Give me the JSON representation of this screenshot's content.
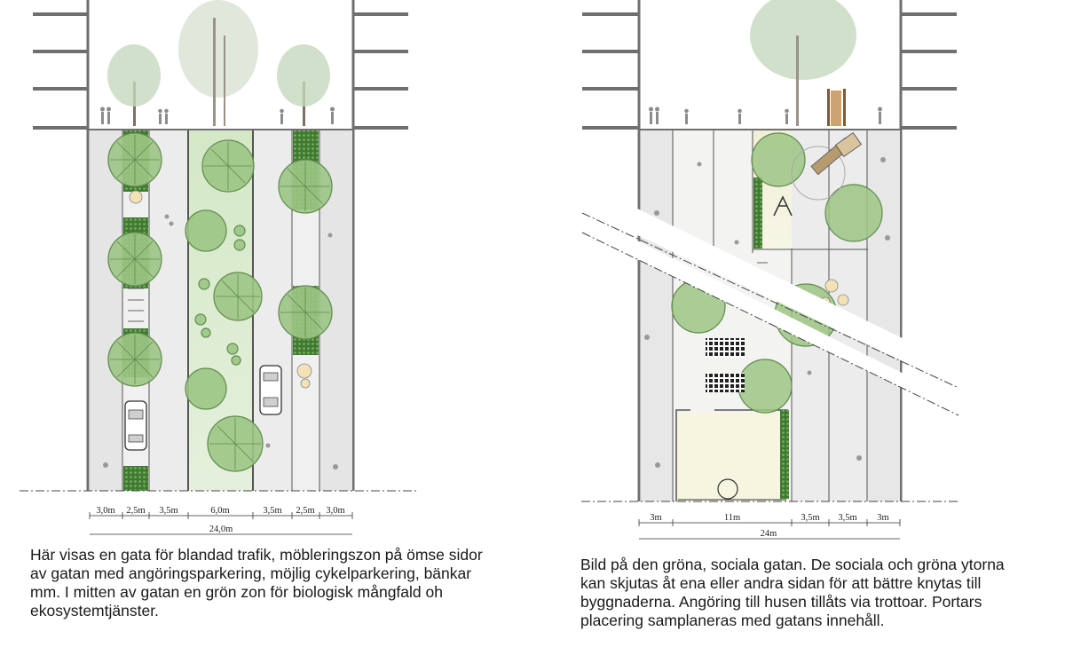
{
  "panels": [
    {
      "id": "mixed-traffic-street",
      "dimensions": [
        "3,0m",
        "2,5m",
        "3,5m",
        "6,0m",
        "3,5m",
        "2,5m",
        "3,0m"
      ],
      "total": "24,0m",
      "caption": [
        "Här visas en gata för blandad trafik, möbleringszon på ömse sidor",
        "av gatan med angöringsparkering, möjlig cykelparkering, bänkar",
        "mm. I mitten av gatan en grön zon för biologisk mångfald oh",
        "ekosystemtjänster."
      ]
    },
    {
      "id": "green-social-street",
      "dimensions": [
        "3m",
        "11m",
        "3,5m",
        "3,5m",
        "3m"
      ],
      "total": "24m",
      "caption": [
        "Bild på den gröna, sociala gatan. De sociala och gröna ytorna",
        "kan skjutas åt ena eller andra sidan för att bättre knytas till",
        "byggnaderna. Angöring till husen tillåts via trottoar. Portars",
        "placering samplaneras med gatans innehåll."
      ]
    }
  ],
  "colors": {
    "building": "#6f6f6f",
    "sidewalk": "#e6e7e6",
    "lane": "#eeeeee",
    "green_zone": "#dcebd2",
    "hedge": "#4f8a3c",
    "tree_canopy": "#9cc585",
    "tree_stroke": "#5f8a4c",
    "play_area": "#f4f2de",
    "line": "#555555"
  },
  "icons": [
    "tree-icon",
    "car-icon",
    "pedestrian-icon",
    "bicycle-icon",
    "bench-icon",
    "playground-icon",
    "crosswalk-icon"
  ]
}
